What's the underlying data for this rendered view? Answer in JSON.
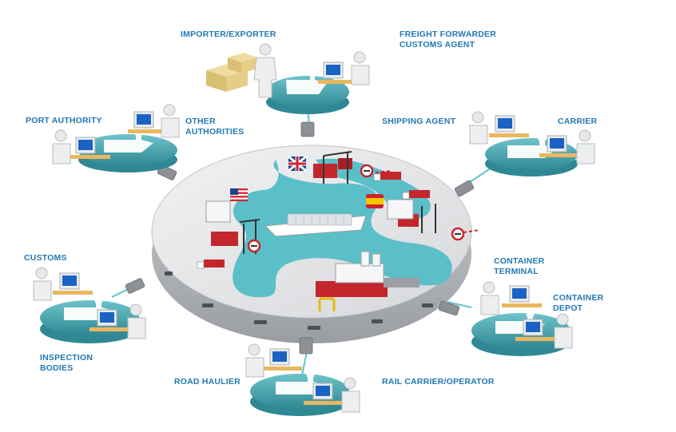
{
  "labels": {
    "importer_exporter": "IMPORTER/EXPORTER",
    "freight_forwarder": "FREIGHT FORWARDER\nCUSTOMS AGENT",
    "port_authority": "PORT AUTHORITY",
    "other_authorities": "OTHER\nAUTHORITIES",
    "shipping_agent": "SHIPPING AGENT",
    "carrier": "CARRIER",
    "customs": "CUSTOMS",
    "inspection_bodies": "INSPECTION\nBODIES",
    "container_terminal": "CONTAINER\nTERMINAL",
    "container_depot": "CONTAINER\nDEPOT",
    "road_haulier": "ROAD HAULIER",
    "rail_carrier": "RAIL CARRIER/OPERATOR"
  },
  "flags": [
    "uk-flag",
    "us-flag",
    "spain-flag"
  ],
  "colors": {
    "label_blue": "#2278b4",
    "water_teal": "#5bbfc8",
    "platform_grey": "#e4e5e7",
    "node_teal": "#3f9aa6",
    "container_red": "#c4262e"
  }
}
